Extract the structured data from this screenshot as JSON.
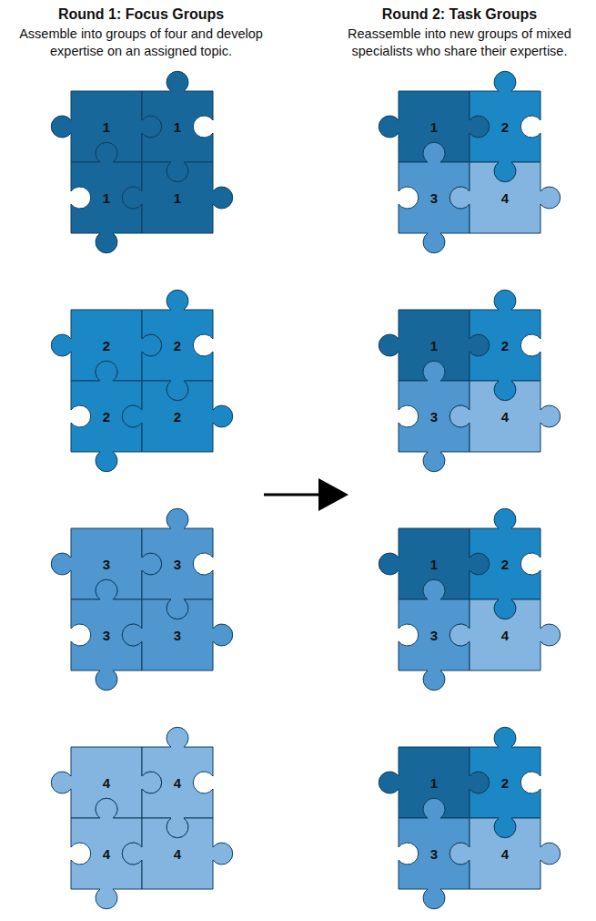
{
  "diagram": {
    "nodes": [
      {
        "text": [
          "1"
        ]
      },
      {
        "text": [
          "1"
        ]
      },
      {
        "text": [
          "1"
        ]
      },
      {
        "text": [
          "1"
        ]
      },
      {
        "text": [
          "2"
        ]
      },
      {
        "text": [
          "2"
        ]
      },
      {
        "text": [
          "2"
        ]
      },
      {
        "text": [
          "2"
        ]
      },
      {
        "text": [
          "3"
        ]
      },
      {
        "text": [
          "3"
        ]
      },
      {
        "text": [
          "3"
        ]
      },
      {
        "text": [
          "3"
        ]
      },
      {
        "text": [
          "4"
        ]
      },
      {
        "text": [
          "4"
        ]
      },
      {
        "text": [
          "4"
        ]
      },
      {
        "text": [
          "4"
        ]
      },
      {
        "text": [
          "1"
        ]
      },
      {
        "text": [
          "2"
        ]
      },
      {
        "text": [
          "3"
        ]
      },
      {
        "text": [
          "4"
        ]
      },
      {
        "text": [
          "1"
        ]
      },
      {
        "text": [
          "2"
        ]
      },
      {
        "text": [
          "3"
        ]
      },
      {
        "text": [
          "4"
        ]
      },
      {
        "text": [
          "1"
        ]
      },
      {
        "text": [
          "2"
        ]
      },
      {
        "text": [
          "3"
        ]
      },
      {
        "text": [
          "4"
        ]
      },
      {
        "text": [
          "1"
        ]
      },
      {
        "text": [
          "2"
        ]
      },
      {
        "text": [
          "3"
        ]
      },
      {
        "text": [
          "4"
        ]
      }
    ],
    "labels": [
      "Round 1: Focus Groups",
      "Assemble into groups of four and develop expertise on an assigned topic.",
      "Round 2: Task Groups",
      "Reassemble into new groups of mixed specialists who share their expertise."
    ]
  }
}
